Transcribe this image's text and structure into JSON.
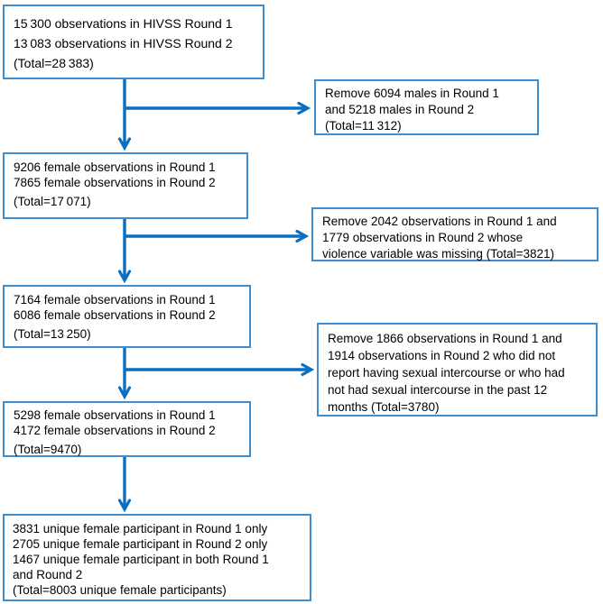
{
  "colors": {
    "box_border": "#3f8ed2",
    "arrow": "#0a6fc0",
    "text": "#000000",
    "background": "#ffffff"
  },
  "flowchart": {
    "main_boxes": [
      {
        "name": "all-observations",
        "lines": [
          "15 300 observations in HIVSS Round 1",
          "13 083 observations in HIVSS Round 2",
          "(Total=28 383)"
        ]
      },
      {
        "name": "female-observations",
        "lines": [
          "9206 female observations in Round 1",
          "7865 female observations in Round 2",
          "(Total=17 071)"
        ]
      },
      {
        "name": "violence-variable-nonmissing",
        "lines": [
          "7164 female observations in Round 1",
          "6086 female observations in Round 2",
          "(Total=13 250)"
        ]
      },
      {
        "name": "sexually-active",
        "lines": [
          "5298 female observations in Round 1",
          "4172 female observations in Round 2",
          "(Total=9470)"
        ]
      },
      {
        "name": "unique-participants",
        "lines": [
          "3831 unique female participant in Round 1 only",
          "2705 unique female participant in Round 2 only",
          "1467 unique female participant in both Round 1",
          "and Round 2",
          "(Total=8003 unique female participants)"
        ]
      }
    ],
    "exclusion_boxes": [
      {
        "name": "males-removed",
        "lines": [
          "Remove 6094 males in Round 1",
          "and 5218 males in Round 2",
          "(Total=11 312)"
        ]
      },
      {
        "name": "missing-violence-removed",
        "lines": [
          "Remove 2042 observations in Round 1 and",
          "1779 observations in Round 2 whose",
          "violence variable was missing (Total=3821)"
        ]
      },
      {
        "name": "no-recent-intercourse-removed",
        "lines": [
          "Remove 1866 observations in Round 1 and",
          "1914 observations in Round 2 who did not",
          "report having sexual intercourse or who had",
          "not had sexual intercourse in the past 12",
          "months (Total=3780)"
        ]
      }
    ]
  }
}
